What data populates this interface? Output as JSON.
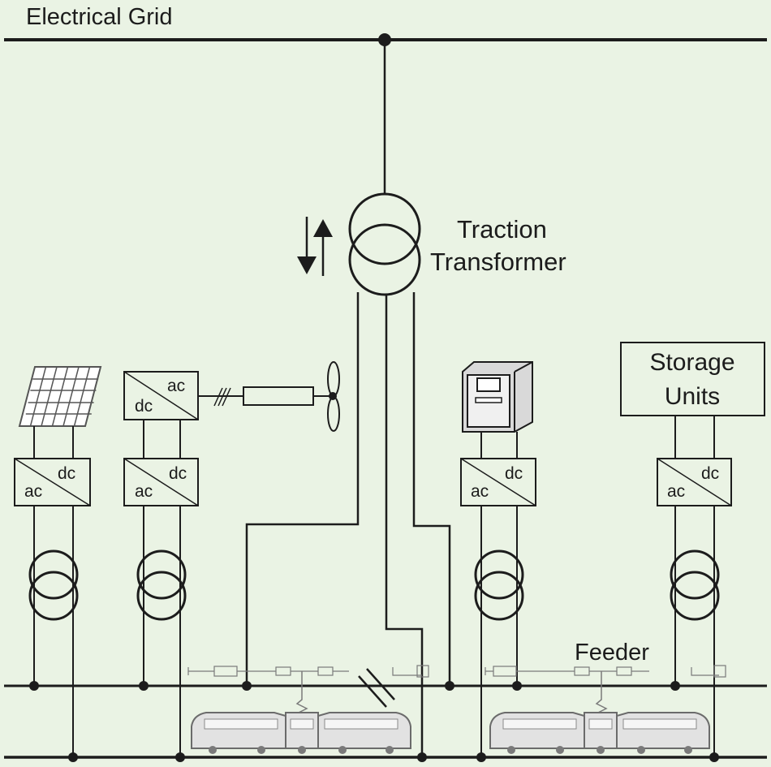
{
  "labels": {
    "grid": "Electrical Grid",
    "transformer_line1": "Traction",
    "transformer_line2": "Transformer",
    "storage_line1": "Storage",
    "storage_line2": "Units",
    "feeder": "Feeder"
  },
  "converters": [
    {
      "top": "dc",
      "bottom": "ac"
    },
    {
      "top": "ac",
      "bottom": "dc"
    },
    {
      "top": "dc",
      "bottom": "ac"
    },
    {
      "top": "dc",
      "bottom": "ac"
    },
    {
      "top": "dc",
      "bottom": "ac"
    }
  ],
  "icons": [
    "solar-panel-icon",
    "wind-turbine-icon",
    "charging-station-icon",
    "train-icon",
    "power-flow-arrows-icon"
  ],
  "colors": {
    "background": "#eaf3e4",
    "line": "#1c1c1c"
  }
}
